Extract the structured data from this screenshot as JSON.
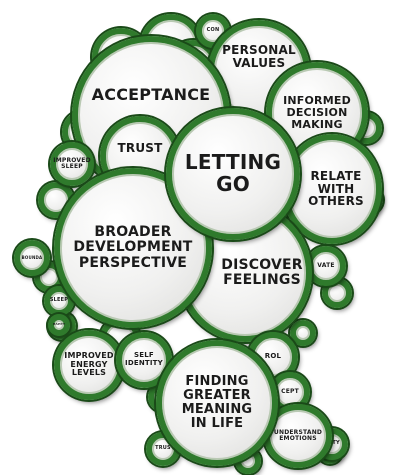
{
  "bubbles": [
    {
      "key": "top-small",
      "label": "CON"
    },
    {
      "key": "personal-values",
      "label": "PERSONAL\nVALUES"
    },
    {
      "key": "informed-decision-making",
      "label": "INFORMED\nDECISION\nMAKING"
    },
    {
      "key": "acceptance",
      "label": "ACCEPTANCE"
    },
    {
      "key": "trust",
      "label": "TRUST"
    },
    {
      "key": "improved-sleep",
      "label": "IMPROVED\nSLEEP"
    },
    {
      "key": "letting-go",
      "label": "LETTING\nGO"
    },
    {
      "key": "relate-with-others",
      "label": "RELATE\nWITH\nOTHERS"
    },
    {
      "key": "broader-development-perspective",
      "label": "BROADER\nDEVELOPMENT\nPERSPECTIVE"
    },
    {
      "key": "discover-feelings",
      "label": "DISCOVER\nFEELINGS"
    },
    {
      "key": "motivate",
      "label": "VATE"
    },
    {
      "key": "boundaries",
      "label": "BOUNDA"
    },
    {
      "key": "sleep",
      "label": "SLEEP"
    },
    {
      "key": "happy",
      "label": "HAPPY"
    },
    {
      "key": "improved-energy-levels",
      "label": "IMPROVED\nENERGY\nLEVELS"
    },
    {
      "key": "self-identity",
      "label": "SELF\nIDENTITY"
    },
    {
      "key": "control",
      "label": "ROL"
    },
    {
      "key": "finding-greater-meaning",
      "label": "FINDING\nGREATER\nMEANING\nIN LIFE"
    },
    {
      "key": "accept",
      "label": "CEPT"
    },
    {
      "key": "understand-emotions",
      "label": "UNDERSTAND\nEMOTIONS"
    },
    {
      "key": "trust-bottom",
      "label": "TRUS"
    },
    {
      "key": "positivity",
      "label": "IVITY"
    }
  ]
}
